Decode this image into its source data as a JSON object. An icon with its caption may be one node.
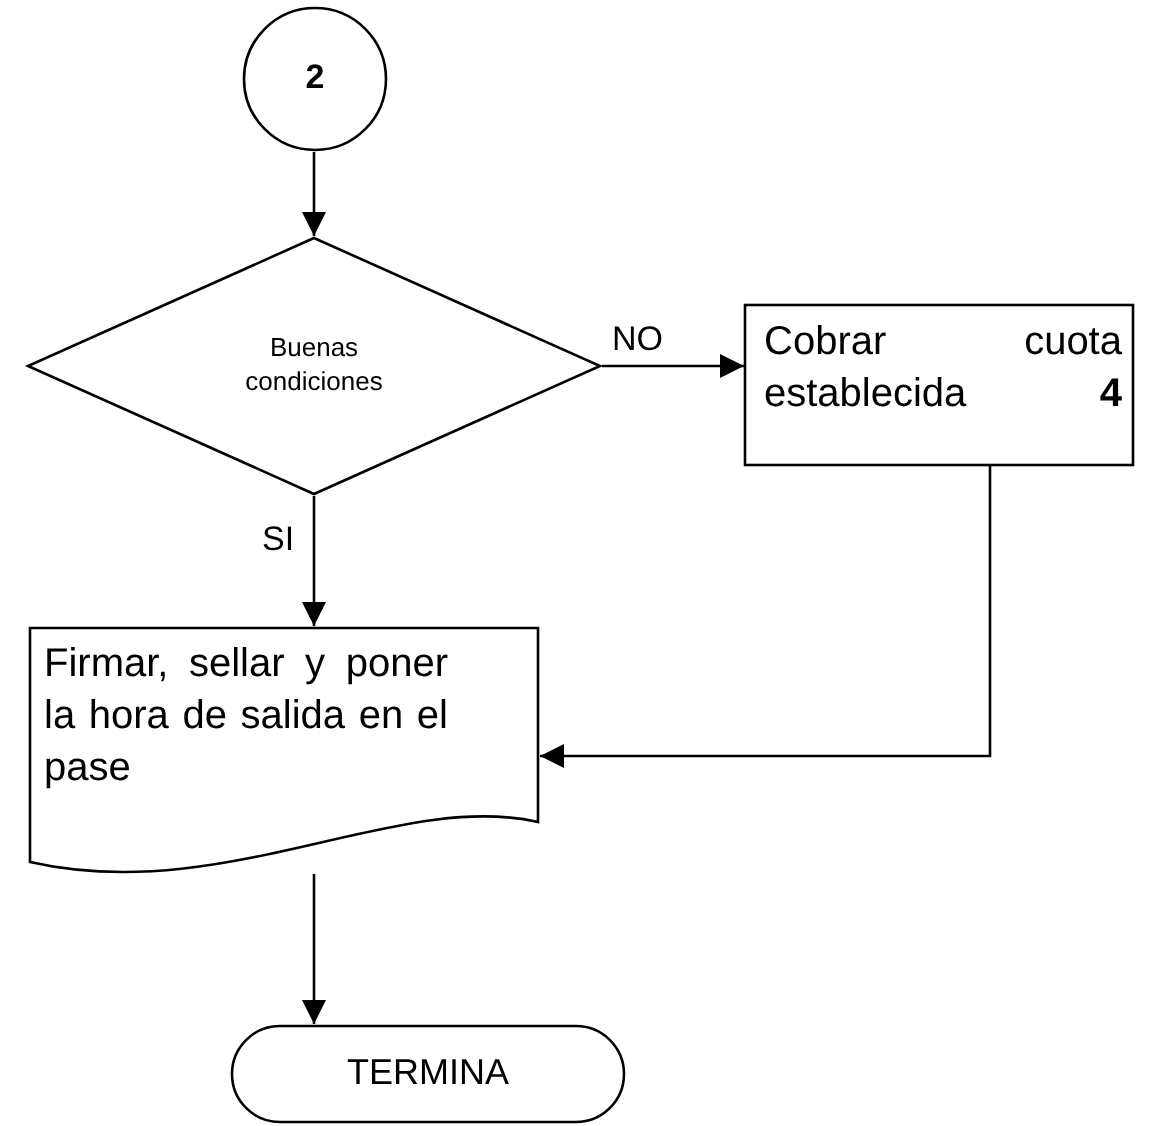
{
  "diagram": {
    "nodes": [
      {
        "text": [
          "2"
        ]
      },
      {
        "text": [
          "Buenas condiciones"
        ]
      },
      {
        "text": [
          "Cobrar cuota establecida **4**"
        ]
      },
      {
        "text": [
          "Firmar, sellar y poner la hora de salida en el pase"
        ]
      },
      {
        "text": [
          "TERMINA"
        ]
      }
    ],
    "edges": [
      {
        "from": 0,
        "to": 1,
        "arrow": "to"
      },
      {
        "from": 1,
        "to": 2,
        "arrow": "to",
        "label": "NO"
      },
      {
        "from": 1,
        "to": 3,
        "arrow": "to",
        "label": "SI"
      },
      {
        "from": 2,
        "to": 3,
        "arrow": "to"
      },
      {
        "from": 3,
        "to": 4,
        "arrow": "to"
      }
    ]
  }
}
